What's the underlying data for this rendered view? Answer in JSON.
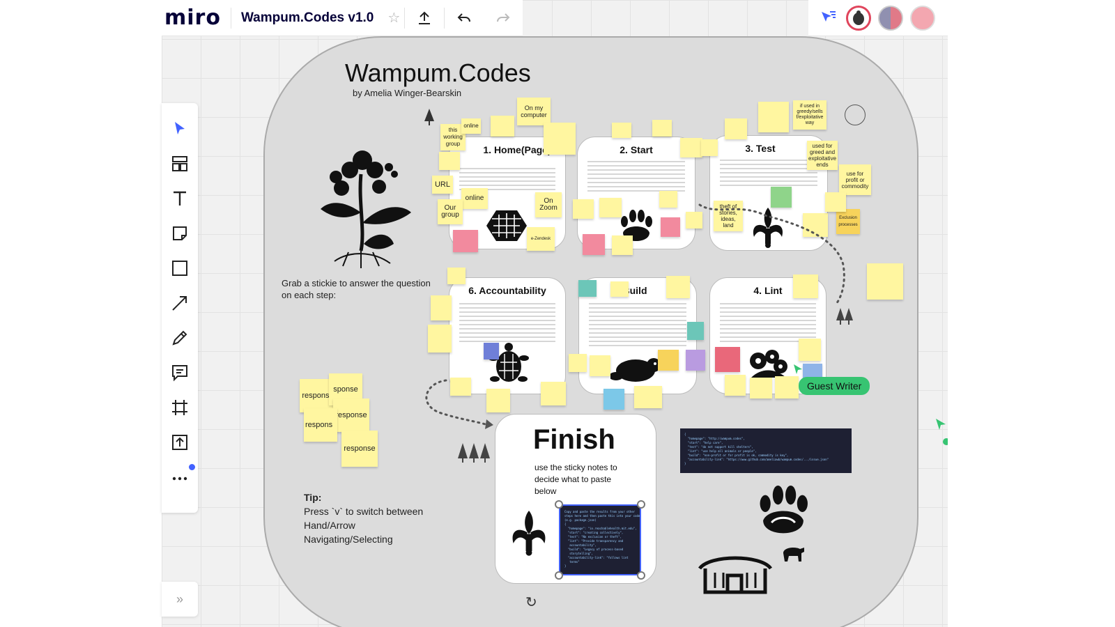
{
  "header": {
    "logo": "miro",
    "board_title": "Wampum.Codes v1.0",
    "star_icon": "star-icon",
    "share_icon": "upload-icon",
    "undo_icon": "undo-icon",
    "redo_icon": "redo-icon"
  },
  "colors": {
    "accent": "#4262ff",
    "guest_cursor": "#37c472",
    "sticky": "#fff6a0"
  },
  "board": {
    "title": "Wampum.Codes",
    "byline": "by Amelia Winger-Bearskin",
    "instructions": "Grab a stickie to answer the question on each step:",
    "tip_label": "Tip:",
    "tip_lines": [
      "Press `v` to switch between",
      "Hand/Arrow",
      "Navigating/Selecting"
    ]
  },
  "steps": {
    "home": "1. Home(Page)",
    "start": "2. Start",
    "test": "3. Test",
    "lint": "4. Lint",
    "build": "Build",
    "accountability": "6. Accountability"
  },
  "home_stickies": {
    "on_my_computer": "On my computer",
    "this_working_group": "this working group",
    "online1": "online",
    "url": "URL",
    "online2": "online",
    "our_group": "Our group",
    "on_zoom": "On Zoom",
    "e_zendesk": "e-Zendesk"
  },
  "test_stickies": {
    "used_for_greed": "used for greed and exploitative ends",
    "use_for_profit": "use for profit or commodity",
    "theft": "theft of stories, ideas, land",
    "if_used": "if used in greedy/sells f/exploitative way",
    "exclusion": "Exclusion processes"
  },
  "response_stickies": [
    "response",
    "sponse",
    "response",
    "respons",
    "response"
  ],
  "finish": {
    "title": "Finish",
    "subtitle": "use the sticky notes to decide what to paste below"
  },
  "cursor": {
    "label": "Guest Writer"
  },
  "code_lines": [
    "{",
    "  \"homepage\": \"http://wampum.codes\",",
    "  \"start\": \"help care\",",
    "  \"test\": \"do not support kill shelters\",",
    "  \"lint\": \"use help all animals or people\",",
    "  \"build\": \"non-profit or for profit is ok, commodity is key\",",
    "  \"accountability-link\": \"https://www.github.com/ameliawb/wampum.codes/.../issue.json\"",
    "}"
  ],
  "finish_code_lines": [
    "Copy and paste the results from your other",
    "steps here and then paste this into your code",
    "(e.g. package.json)",
    "{",
    "  \"homepage\": \"io.reachablehealth.mit.edu\",",
    "  \"start\": \"creating collectively\",",
    "  \"test\": \"No exclusion or theft\",",
    "  \"lint\": \"Provide transparency and",
    "   accountability\",",
    "  \"build\": \"Legacy of process-based",
    "   storytelling\",",
    "  \"accountability-link\": \"follows lint",
    "   terms\"",
    "}"
  ]
}
